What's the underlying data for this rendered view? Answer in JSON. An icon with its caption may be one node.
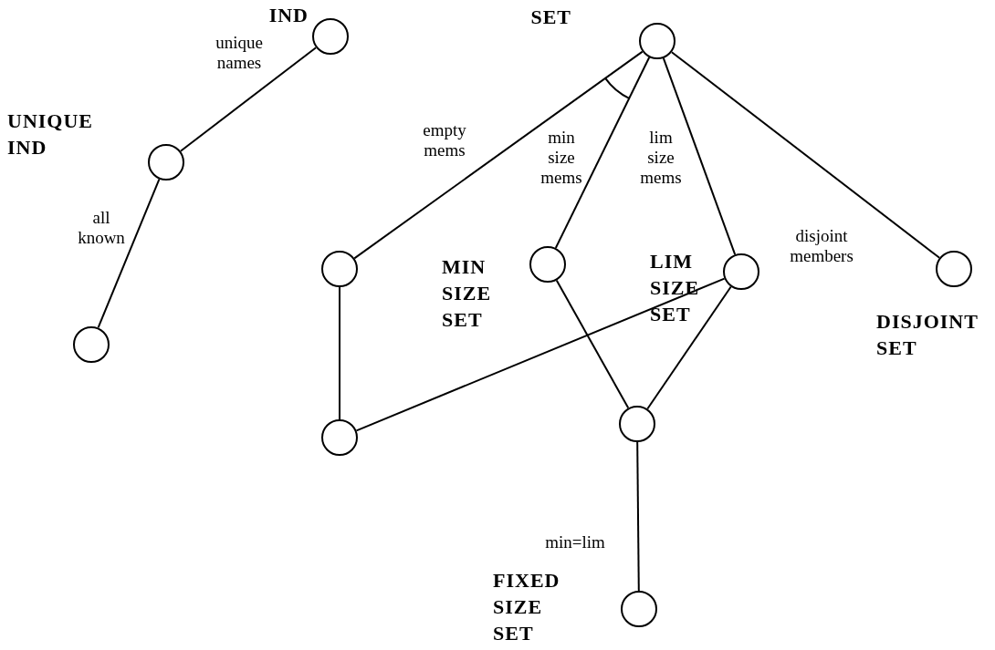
{
  "diagram": {
    "nodes": [
      {
        "text": [],
        "shape": "circle",
        "beside": [
          "IND"
        ]
      },
      {
        "text": [],
        "shape": "circle",
        "beside": [
          "UNIQUE IND"
        ]
      },
      {
        "text": [],
        "shape": "circle"
      },
      {
        "text": [],
        "shape": "circle",
        "beside": [
          "SET"
        ]
      },
      {
        "text": [],
        "shape": "circle"
      },
      {
        "text": [],
        "shape": "circle",
        "beside": [
          "MIN SIZE SET"
        ]
      },
      {
        "text": [],
        "shape": "circle",
        "beside": [
          "LIM SIZE SET"
        ]
      },
      {
        "text": [],
        "shape": "circle",
        "beside": [
          "DISJOINT SET"
        ]
      },
      {
        "text": [],
        "shape": "circle"
      },
      {
        "text": [],
        "shape": "circle"
      },
      {
        "text": [],
        "shape": "circle",
        "beside": [
          "FIXED SIZE SET"
        ]
      }
    ],
    "edges": [
      {
        "from": 0,
        "to": 1,
        "arrow": "none",
        "label": "unique names"
      },
      {
        "from": 1,
        "to": 2,
        "arrow": "none",
        "label": "all known"
      },
      {
        "from": 3,
        "to": 4,
        "arrow": "none",
        "label": "empty mems"
      },
      {
        "from": 3,
        "to": 5,
        "arrow": "none",
        "label": "min size mems"
      },
      {
        "from": 3,
        "to": 6,
        "arrow": "none",
        "label": "lim size mems"
      },
      {
        "from": 3,
        "to": 7,
        "arrow": "none",
        "label": "disjoint members"
      },
      {
        "from": 4,
        "to": 8,
        "arrow": "none"
      },
      {
        "from": 6,
        "to": 8,
        "arrow": "none"
      },
      {
        "from": 5,
        "to": 9,
        "arrow": "none"
      },
      {
        "from": 6,
        "to": 9,
        "arrow": "none"
      },
      {
        "from": 9,
        "to": 10,
        "arrow": "none",
        "label": "min=lim"
      }
    ]
  }
}
